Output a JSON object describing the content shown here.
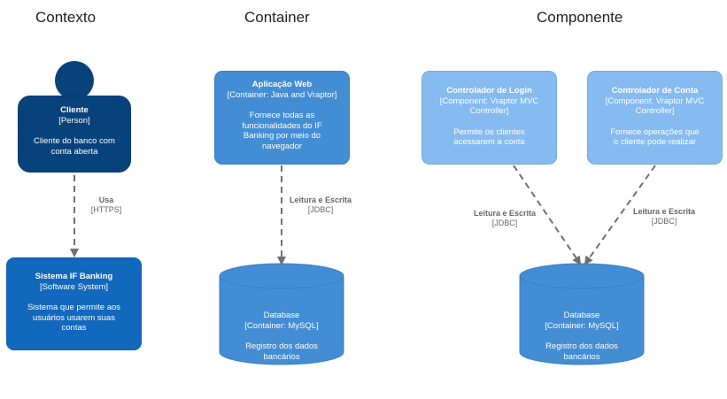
{
  "headings": {
    "contexto": "Contexto",
    "container": "Container",
    "componente": "Componente"
  },
  "colors": {
    "person": "#08427b",
    "system": "#1168bd",
    "container": "#438dd5",
    "component": "#85bbf0",
    "arrow": "#707070"
  },
  "cliente": {
    "title": "Cliente",
    "stereotype": "[Person]",
    "desc": "Cliente do banco com conta aberta"
  },
  "sistema": {
    "title": "Sistema IF Banking",
    "stereotype": "[Software System]",
    "desc": "Sistema que permite aos usuários usarem suas contas"
  },
  "app_web": {
    "title": "Aplicação Web",
    "stereotype": "[Container: Java and Vraptor]",
    "desc": "Fornece todas as funcionalidades do IF Banking por meio do navegador"
  },
  "db_container": {
    "title": "Database",
    "stereotype": "[Container: MySQL]",
    "desc": "Registro dos dados bancários"
  },
  "ctrl_login": {
    "title": "Controlador de Login",
    "stereotype": "[Component: Vraptor MVC Controller]",
    "desc": "Permite os clientes acessarem a conta"
  },
  "ctrl_conta": {
    "title": "Controlador de Conta",
    "stereotype": "[Component: Vraptor MVC Controller]",
    "desc": "Fornece operações que o cliente pode realizar"
  },
  "db_componente": {
    "title": "Database",
    "stereotype": "[Container: MySQL]",
    "desc": "Registro dos dados bancários"
  },
  "edges": {
    "usa": {
      "label": "Usa",
      "tech": "[HTTPS]"
    },
    "container_rw": {
      "label": "Leitura e Escrita",
      "tech": "[JDBC]"
    },
    "login_rw": {
      "label": "Leitura e Escrita",
      "tech": "[JDBC]"
    },
    "conta_rw": {
      "label": "Leitura e Escrita",
      "tech": "[JDBC]"
    }
  }
}
